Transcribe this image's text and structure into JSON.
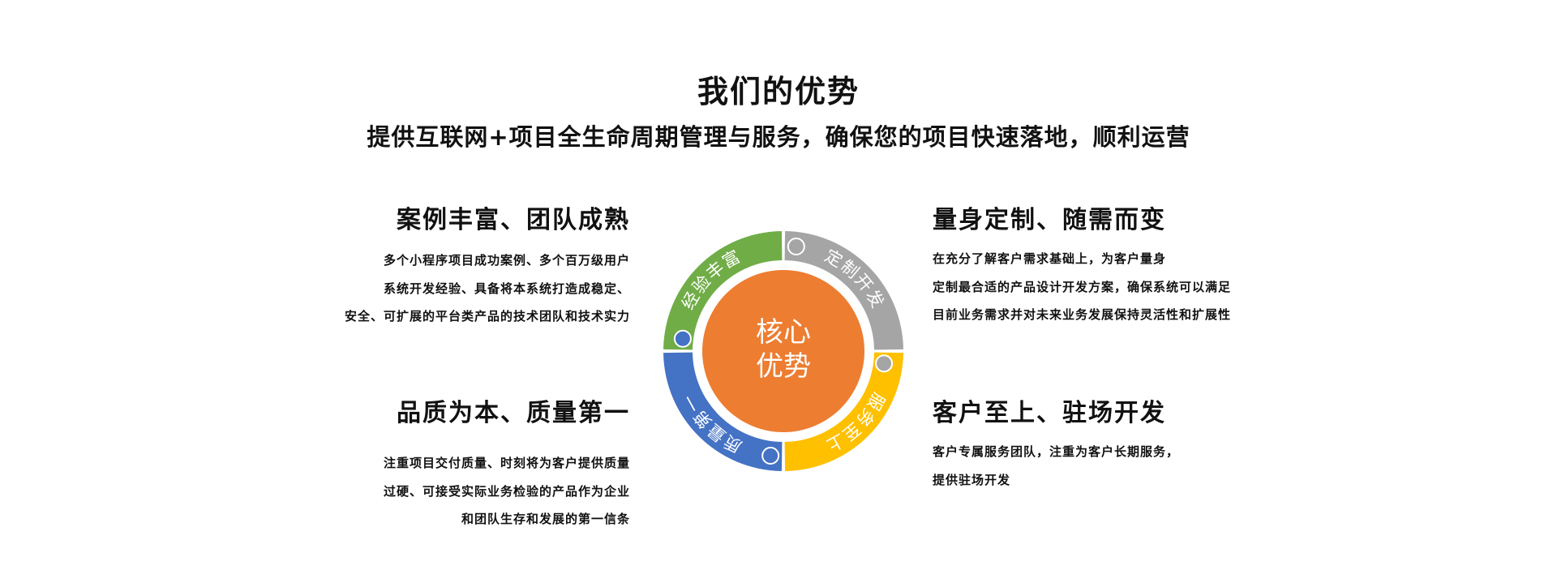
{
  "header": {
    "title": "我们的优势",
    "subtitle": "提供互联网+项目全生命周期管理与服务，确保您的项目快速落地，顺利运营"
  },
  "advantages": {
    "top_left": {
      "heading": "案例丰富、团队成熟",
      "lines": [
        "多个小程序项目成功案例、多个百万级用户",
        "系统开发经验、具备将本系统打造成稳定、",
        "安全、可扩展的平台类产品的技术团队和技术实力"
      ]
    },
    "bottom_left": {
      "heading": "品质为本、质量第一",
      "lines": [
        "注重项目交付质量、时刻将为客户提供质量",
        "过硬、可接受实际业务检验的产品作为企业",
        "和团队生存和发展的第一信条"
      ]
    },
    "top_right": {
      "heading": "量身定制、随需而变",
      "lines": [
        "在充分了解客户需求基础上，为客户量身",
        "定制最合适的产品设计开发方案，确保系统可以满足",
        "目前业务需求并对未来业务发展保持灵活性和扩展性"
      ]
    },
    "bottom_right": {
      "heading": "客户至上、驻场开发",
      "lines": [
        "客户专属服务团队，注重为客户长期服务，",
        "提供驻场开发"
      ]
    }
  },
  "diagram": {
    "center_line1": "核心",
    "center_line2": "优势",
    "center_color": "#ED7D31",
    "segments": [
      {
        "label": "经验丰富",
        "color": "#70AD47"
      },
      {
        "label": "定制开发",
        "color": "#A5A5A5"
      },
      {
        "label": "服务至上",
        "color": "#FFC000"
      },
      {
        "label": "质量第一",
        "color": "#4472C4"
      }
    ]
  }
}
